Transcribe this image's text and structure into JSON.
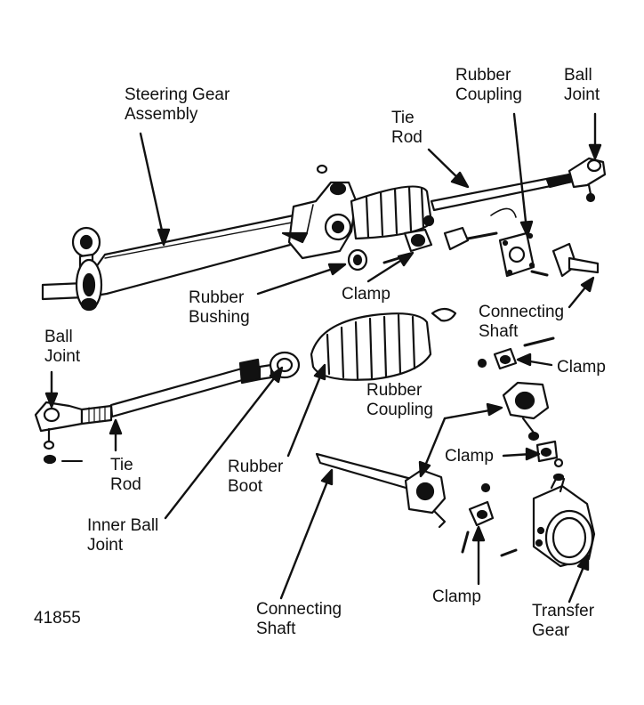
{
  "labels": {
    "steering_gear_assembly": [
      "Steering Gear",
      "Assembly"
    ],
    "tie_rod_upper": [
      "Tie",
      "Rod"
    ],
    "rubber_coupling_upper": [
      "Rubber",
      "Coupling"
    ],
    "ball_joint_upper": [
      "Ball",
      "Joint"
    ],
    "rubber_bushing": [
      "Rubber",
      "Bushing"
    ],
    "clamp_upper": "Clamp",
    "connecting_shaft_upper": [
      "Connecting",
      "Shaft"
    ],
    "clamp_right": "Clamp",
    "ball_joint_left": [
      "Ball",
      "Joint"
    ],
    "rubber_coupling_lower": [
      "Rubber",
      "Coupling"
    ],
    "clamp_middle": "Clamp",
    "tie_rod_lower": [
      "Tie",
      "Rod"
    ],
    "rubber_boot": [
      "Rubber",
      "Boot"
    ],
    "inner_ball_joint": [
      "Inner Ball",
      "Joint"
    ],
    "clamp_lower": "Clamp",
    "connecting_shaft_lower": [
      "Connecting",
      "Shaft"
    ],
    "transfer_gear": [
      "Transfer",
      "Gear"
    ]
  },
  "figure_number": "41855"
}
